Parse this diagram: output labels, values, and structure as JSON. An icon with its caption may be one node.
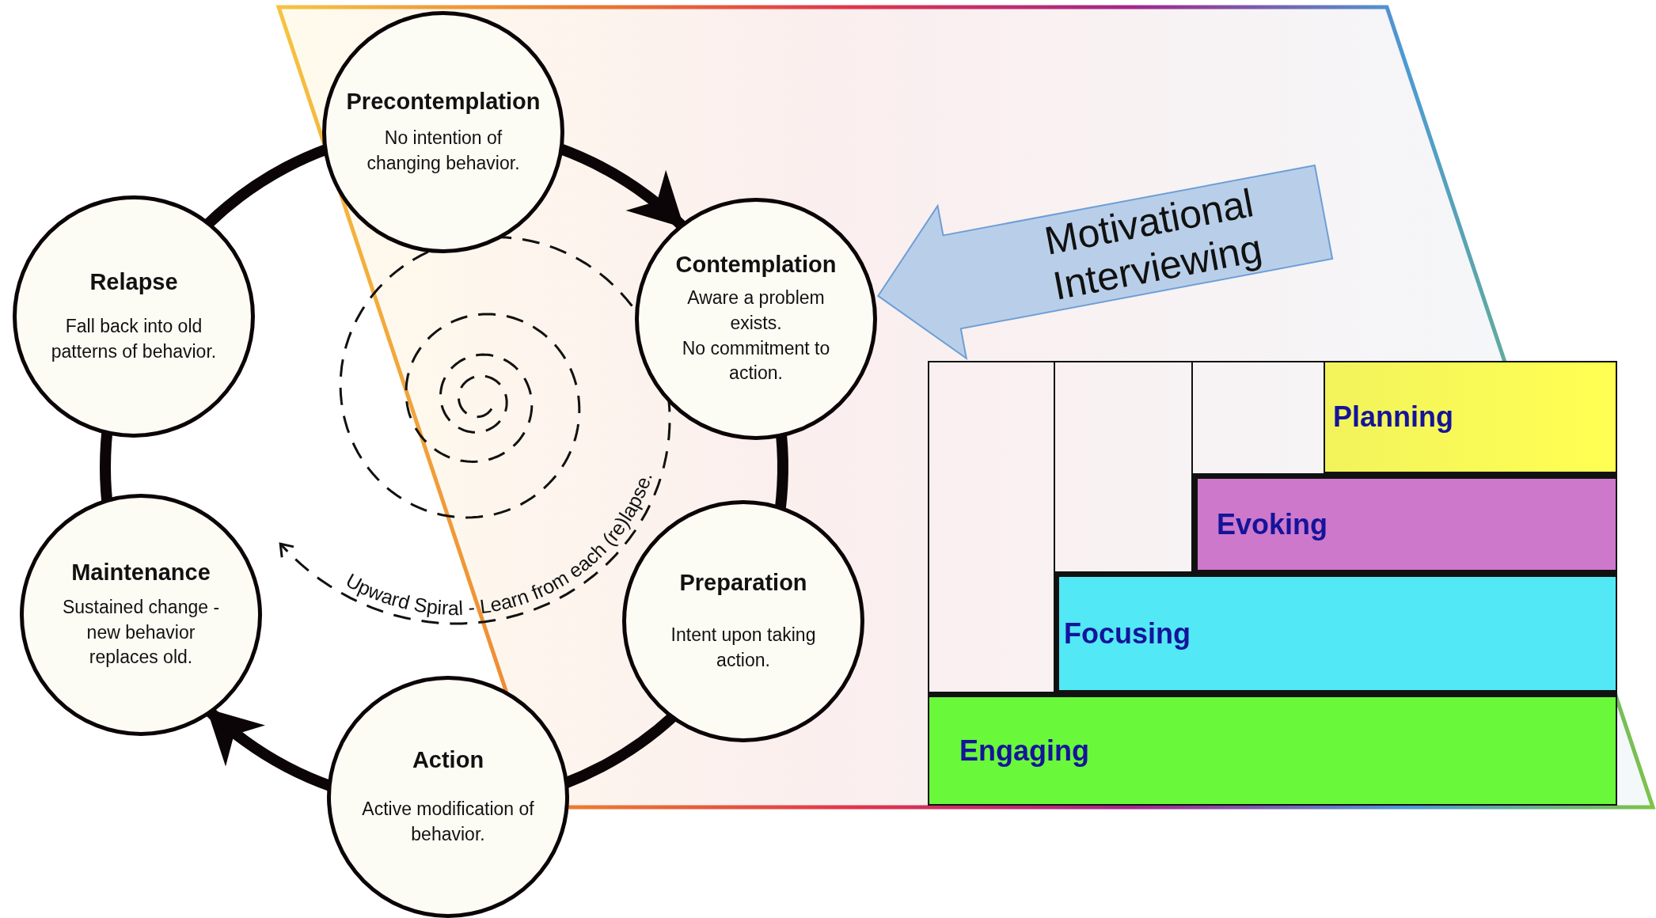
{
  "diagram": {
    "nodes": [
      {
        "text": [
          "Precontemplation",
          "No intention of changing behavior."
        ]
      },
      {
        "text": [
          "Contemplation",
          "Aware a problem exists.",
          "No commitment to action."
        ]
      },
      {
        "text": [
          "Preparation",
          "Intent upon taking action."
        ]
      },
      {
        "text": [
          "Action",
          "Active modification of behavior."
        ]
      },
      {
        "text": [
          "Maintenance",
          "Sustained change - new behavior replaces old."
        ]
      },
      {
        "text": [
          "Relapse",
          "Fall back into old patterns of behavior."
        ]
      },
      {
        "text": [
          "Planning"
        ]
      },
      {
        "text": [
          "Evoking"
        ]
      },
      {
        "text": [
          "Focusing"
        ]
      },
      {
        "text": [
          "Engaging"
        ]
      }
    ],
    "edges": [
      {
        "from": 0,
        "to": 1,
        "arrow": "to"
      },
      {
        "from": 1,
        "to": 2,
        "arrow": "none"
      },
      {
        "from": 2,
        "to": 3,
        "arrow": "none"
      },
      {
        "from": 3,
        "to": 4,
        "arrow": "to"
      },
      {
        "from": 4,
        "to": 5,
        "arrow": "none"
      },
      {
        "from": 5,
        "to": 0,
        "arrow": "none"
      },
      {
        "from": null,
        "to": 1,
        "arrow": "to",
        "label": "Motivational Interviewing",
        "style": "thick",
        "color": "#b9cfe9"
      }
    ],
    "labels": [
      "Upward Spiral - Learn from each (re)lapse."
    ]
  }
}
